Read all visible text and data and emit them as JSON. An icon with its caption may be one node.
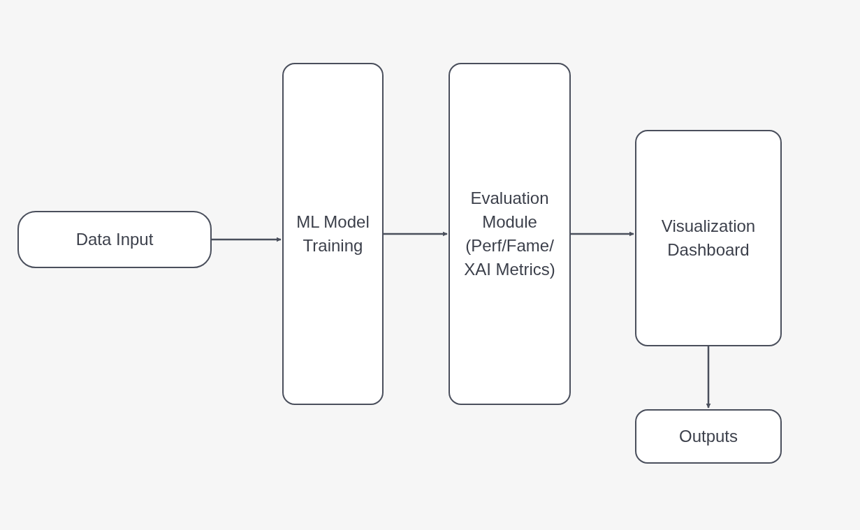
{
  "diagram": {
    "nodes": [
      {
        "text": [
          "Data Input"
        ]
      },
      {
        "text": [
          "ML Model Training"
        ]
      },
      {
        "text": [
          "Evaluation Module (Perf/Fame/ XAI Metrics)"
        ]
      },
      {
        "text": [
          "Visualization Dashboard"
        ]
      },
      {
        "text": [
          "Outputs"
        ]
      }
    ],
    "edges": [
      {
        "from": 0,
        "to": 1,
        "arrow": "to"
      },
      {
        "from": 1,
        "to": 2,
        "arrow": "to"
      },
      {
        "from": 2,
        "to": 3,
        "arrow": "to"
      },
      {
        "from": 3,
        "to": 4,
        "arrow": "to"
      }
    ]
  }
}
